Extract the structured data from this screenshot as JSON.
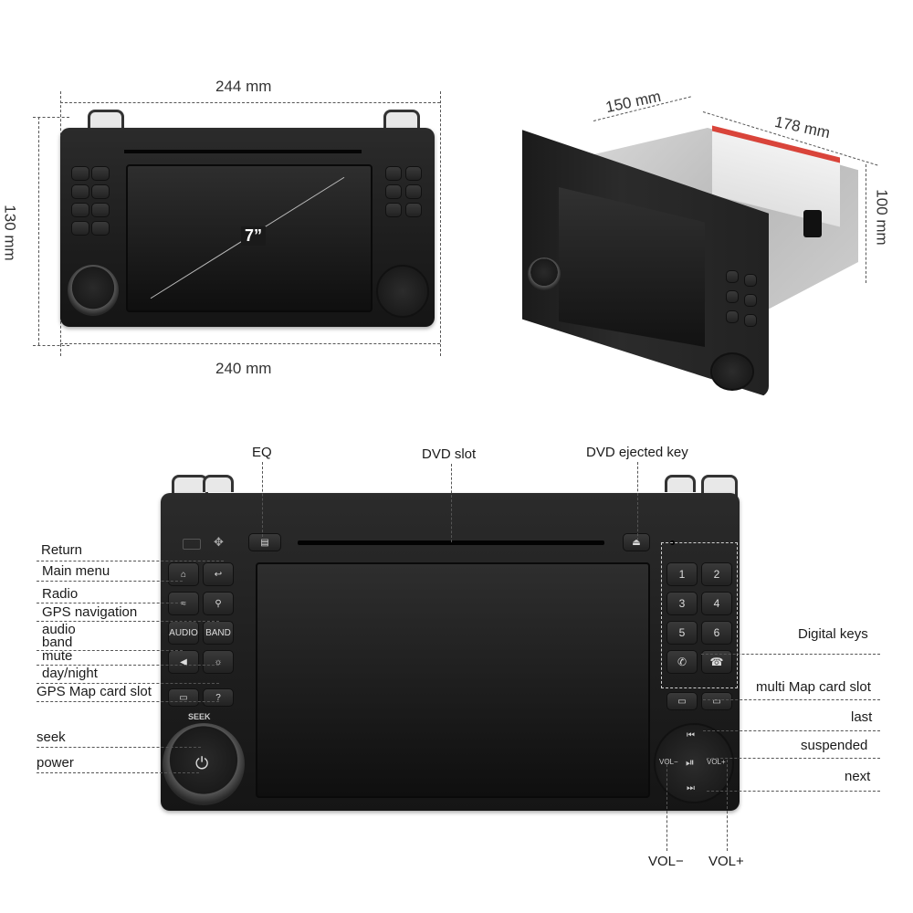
{
  "dimensions": {
    "width_top": "244 mm",
    "width_bottom": "240 mm",
    "height_left": "130 mm",
    "depth": "150 mm",
    "length": "178 mm",
    "height_right": "100 mm",
    "screen_size": "7”"
  },
  "callouts_left": [
    "Return",
    "Main menu",
    "Radio",
    "GPS navigation",
    "audio",
    "band",
    "mute",
    "day/night",
    "GPS Map card slot",
    "seek",
    "power"
  ],
  "callouts_top": [
    "EQ",
    "DVD slot",
    "DVD ejected key"
  ],
  "callouts_right": [
    "Digital keys",
    "multi Map card slot",
    "last",
    "suspended",
    "next"
  ],
  "callouts_bottom": [
    "VOL−",
    "VOL+"
  ],
  "keys": {
    "digits": [
      "1",
      "2",
      "3",
      "4",
      "5",
      "6"
    ],
    "audio": "AUDIO",
    "band": "BAND",
    "vol_minus": "VOL−",
    "vol_plus": "VOL+",
    "seek": "SEEK"
  }
}
